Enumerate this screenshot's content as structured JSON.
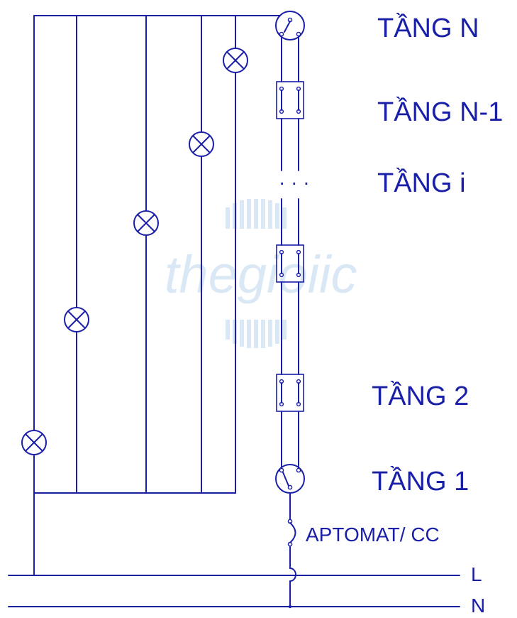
{
  "colors": {
    "ink": "#1a1fa8",
    "watermark": "#d6e6f6"
  },
  "floors": {
    "n": "TẦNG N",
    "n_minus_1": "TẦNG N-1",
    "i": "TẦNG i",
    "two": "TẦNG 2",
    "one": "TẦNG 1"
  },
  "ellipsis": "· · ·",
  "breaker_label": "APTOMAT/ CC",
  "lines": {
    "live": "L",
    "neutral": "N"
  },
  "watermark": "thegioiic",
  "icons": {
    "lamp": "lamp-cross-icon",
    "switch_single": "single-pole-switch-icon",
    "switch_intermediate": "intermediate-switch-icon",
    "breaker": "circuit-breaker-icon"
  }
}
